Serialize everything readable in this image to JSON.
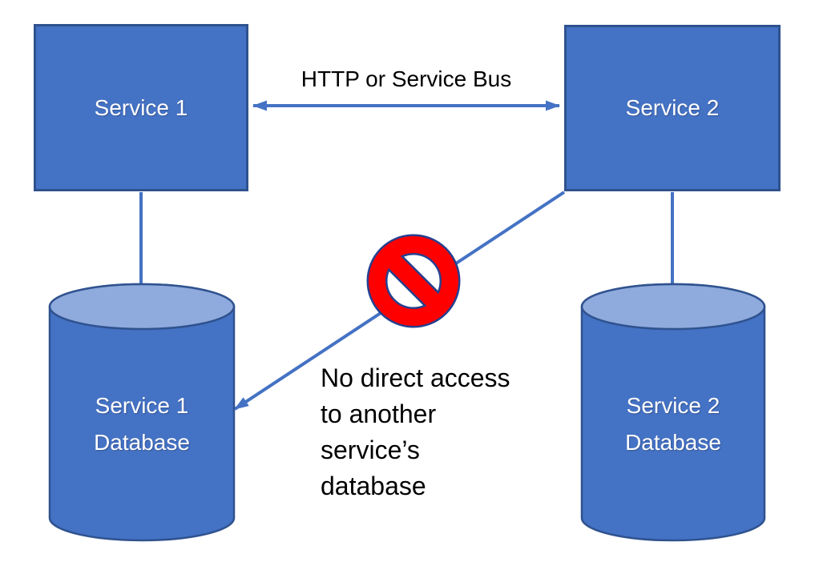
{
  "colors": {
    "shape-fill": "#4472C4",
    "shape-border": "#2F528F",
    "cylinder-top-fill": "#8FAADC",
    "connector": "#4472C4",
    "node-text": "#FFFFFF",
    "label-text": "#000000",
    "prohibition-red": "#FF0000",
    "prohibition-outline": "#24408F",
    "background": "#FFFFFF"
  },
  "nodes": {
    "service1": {
      "label": "Service 1"
    },
    "service2": {
      "label": "Service 2"
    },
    "db1": {
      "lines": [
        "Service 1",
        "Database"
      ]
    },
    "db2": {
      "lines": [
        "Service 2",
        "Database"
      ]
    }
  },
  "annotations": {
    "http_bus": "HTTP or Service Bus",
    "no_access": {
      "lines": [
        "No direct access",
        "to another",
        "service’s",
        "database"
      ]
    }
  }
}
